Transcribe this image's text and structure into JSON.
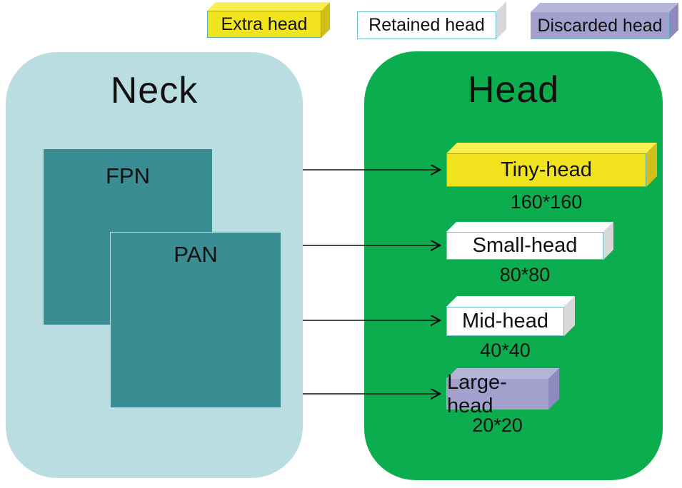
{
  "figure": {
    "legend": {
      "items": [
        {
          "label": "Extra head",
          "category": "extra",
          "color": "#f2e31f"
        },
        {
          "label": "Retained head",
          "category": "retained",
          "color": "#ffffff"
        },
        {
          "label": "Discarded head",
          "category": "discarded",
          "color": "#a3a0cd"
        }
      ]
    },
    "neck": {
      "title": "Neck",
      "panel_color": "#badde2",
      "block_color": "#3a8d93",
      "blocks": [
        {
          "label": "FPN"
        },
        {
          "label": "PAN"
        }
      ]
    },
    "head": {
      "title": "Head",
      "panel_color": "#0cad4e",
      "items": [
        {
          "label": "Tiny-head",
          "size": "160*160",
          "category": "extra"
        },
        {
          "label": "Small-head",
          "size": "80*80",
          "category": "retained"
        },
        {
          "label": "Mid-head",
          "size": "40*40",
          "category": "retained"
        },
        {
          "label": "Large-head",
          "size": "20*20",
          "category": "discarded"
        }
      ]
    }
  }
}
